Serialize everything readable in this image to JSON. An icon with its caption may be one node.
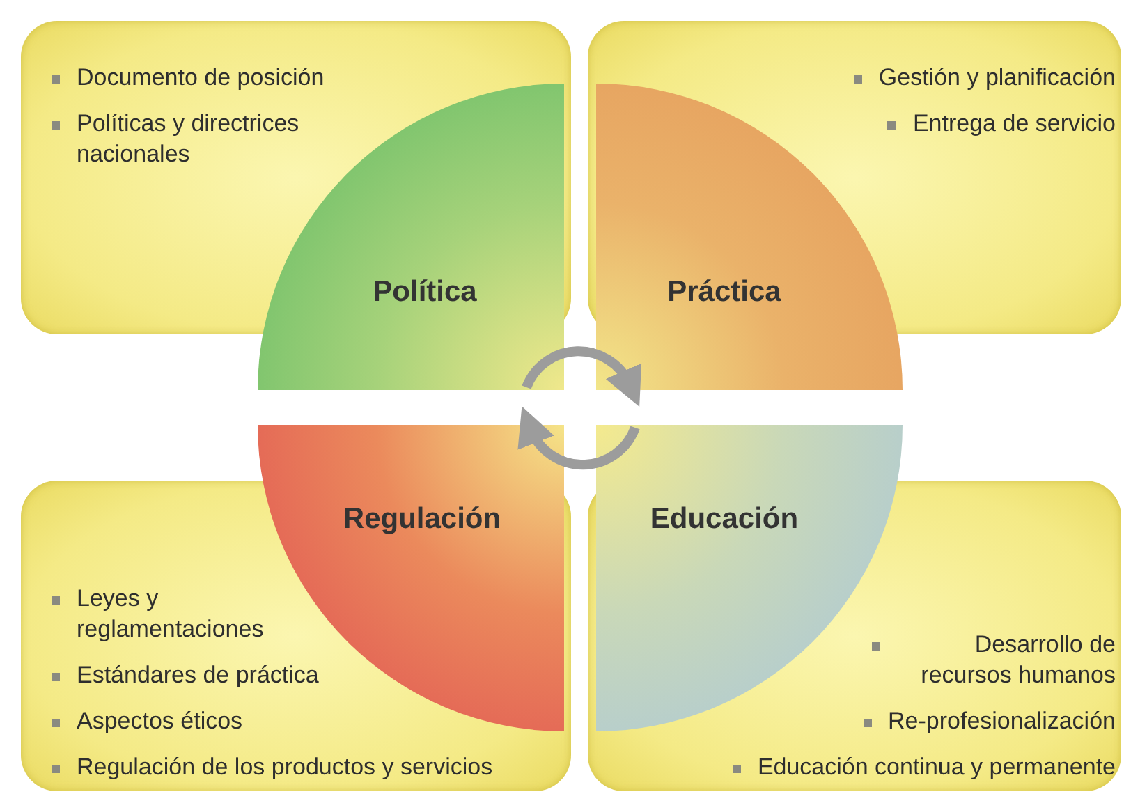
{
  "diagram": {
    "nodes": [
      {
        "text": [
          "Documento de posición",
          "Políticas y directrices nacionales"
        ]
      },
      {
        "text": [
          "Gestión y planificación",
          "Entrega de servicio"
        ]
      },
      {
        "text": [
          "Política"
        ]
      },
      {
        "text": [
          "Práctica"
        ]
      },
      {
        "text": [
          "Regulación"
        ]
      },
      {
        "text": [
          "Educación"
        ]
      },
      {
        "text": [
          "Leyes y reglamentaciones",
          "Estándares de práctica",
          "Aspectos éticos",
          "Regulación de los productos y servicios"
        ]
      },
      {
        "text": [
          "Desarrollo de recursos humanos",
          "Re-profesionalización",
          "Educación continua y permanente"
        ]
      }
    ],
    "edges": [
      {
        "from": 2,
        "to": 3,
        "arrow": "to"
      },
      {
        "from": 5,
        "to": 4,
        "arrow": "to"
      }
    ]
  }
}
